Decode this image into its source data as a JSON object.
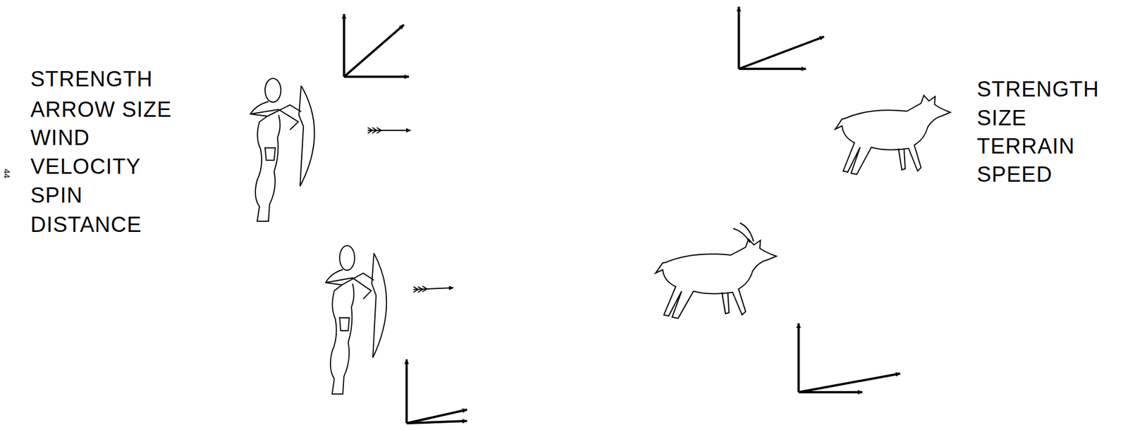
{
  "diagram": {
    "labels": [
      "STRENGTH",
      "ARROW SIZE",
      "WIND",
      "VELOCITY",
      "SPIN",
      "DISTANCE",
      "44",
      "STRENGTH",
      "SIZE",
      "TERRAIN",
      "SPEED"
    ]
  }
}
